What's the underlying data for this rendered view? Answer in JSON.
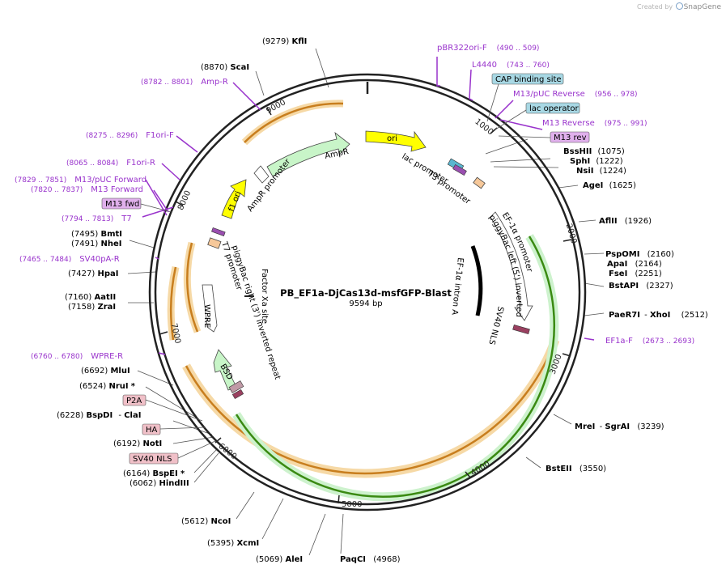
{
  "brand": {
    "prefix": "Created by",
    "name": "SnapGene",
    "icon": "snapgene-logo-icon"
  },
  "plasmid": {
    "name": "PB_EF1a-DjCas13d-msfGFP-Blast",
    "length_label": "9594 bp",
    "length": 9594
  },
  "colors": {
    "enzyme_line": "#555555",
    "primer": "#9933cc",
    "backbone": "#222222"
  },
  "ticks": [
    "1000",
    "2000",
    "3000",
    "4000",
    "5000",
    "6000",
    "7000",
    "8000",
    "9000"
  ],
  "enzymes": [
    {
      "name": "KflI",
      "pos": "(9279)"
    },
    {
      "name": "ScaI",
      "pos": "(8870)"
    },
    {
      "name": "BssHII",
      "pos": "(1075)"
    },
    {
      "name": "SphI",
      "pos": "(1222)"
    },
    {
      "name": "NsiI",
      "pos": "(1224)"
    },
    {
      "name": "AgeI",
      "pos": "(1625)"
    },
    {
      "name": "AflII",
      "pos": "(1926)"
    },
    {
      "name": "PspOMI",
      "pos": "(2160)"
    },
    {
      "name": "ApaI",
      "pos": "(2164)"
    },
    {
      "name": "FseI",
      "pos": "(2251)"
    },
    {
      "name": "BstAPI",
      "pos": "(2327)"
    },
    {
      "name": "PaeR7I",
      "extra": "XhoI",
      "pos": "(2512)"
    },
    {
      "name": "MreI",
      "extra": "SgrAI",
      "pos": "(3239)"
    },
    {
      "name": "BstEII",
      "pos": "(3550)"
    },
    {
      "name": "PaqCI",
      "pos": "(4968)"
    },
    {
      "name": "AleI",
      "pos": "(5069)"
    },
    {
      "name": "XcmI",
      "pos": "(5395)"
    },
    {
      "name": "NcoI",
      "pos": "(5612)"
    },
    {
      "name": "HindIII",
      "pos": "(6062)"
    },
    {
      "name": "BspEI",
      "pos": "(6164)",
      "star": "*"
    },
    {
      "name": "NotI",
      "pos": "(6192)"
    },
    {
      "name": "BspDI",
      "extra": "ClaI",
      "pos": "(6228)"
    },
    {
      "name": "NruI",
      "pos": "(6524)",
      "star": "*"
    },
    {
      "name": "MluI",
      "pos": "(6692)"
    },
    {
      "name": "ZraI",
      "pos": "(7158)"
    },
    {
      "name": "AatII",
      "pos": "(7160)"
    },
    {
      "name": "HpaI",
      "pos": "(7427)"
    },
    {
      "name": "NheI",
      "pos": "(7491)"
    },
    {
      "name": "BmtI",
      "pos": "(7495)"
    }
  ],
  "primers": [
    {
      "name": "pBR322ori-F",
      "range": "(490 .. 509)"
    },
    {
      "name": "L4440",
      "range": "(743 .. 760)"
    },
    {
      "name": "M13/pUC Reverse",
      "range": "(956 .. 978)"
    },
    {
      "name": "M13 Reverse",
      "range": "(975 .. 991)"
    },
    {
      "name": "EF1a-F",
      "range": "(2673 .. 2693)"
    },
    {
      "name": "WPRE-R",
      "range": "(6760 .. 6780)"
    },
    {
      "name": "SV40pA-R",
      "range": "(7465 .. 7484)"
    },
    {
      "name": "T7",
      "range": "(7794 .. 7813)"
    },
    {
      "name": "M13 Forward",
      "range": "(7820 .. 7837)"
    },
    {
      "name": "M13/pUC Forward",
      "range": "(7829 .. 7851)"
    },
    {
      "name": "F1ori-R",
      "range": "(8065 .. 8084)"
    },
    {
      "name": "F1ori-F",
      "range": "(8275 .. 8296)"
    },
    {
      "name": "Amp-R",
      "range": "(8782 .. 8801)"
    }
  ],
  "boxed_features": [
    {
      "name": "CAP binding site",
      "color": "#a8d8e4"
    },
    {
      "name": "lac operator",
      "color": "#a8d8e4"
    },
    {
      "name": "M13 rev",
      "color": "#e0b0ec"
    },
    {
      "name": "M13 fwd",
      "color": "#e0b0ec"
    },
    {
      "name": "P2A",
      "color": "#f0c0c8"
    },
    {
      "name": "HA",
      "color": "#f0c0c8"
    },
    {
      "name": "SV40 NLS",
      "color": "#f0c0c8"
    }
  ],
  "features": [
    {
      "name": "ori",
      "color": "#ffff00"
    },
    {
      "name": "AmpR",
      "color": "#c8f5c8"
    },
    {
      "name": "AmpR promoter",
      "color": "#ffffff"
    },
    {
      "name": "f1 ori",
      "color": "#ffff00"
    },
    {
      "name": "lac promoter",
      "color": "#ffffff"
    },
    {
      "name": "T3 promoter",
      "color": "#ffffff"
    },
    {
      "name": "piggyBac left (5') inverted repeat",
      "color": "#ffffff"
    },
    {
      "name": "EF-1α promoter",
      "color": "#ffffff"
    },
    {
      "name": "EF-1α intron A",
      "color": "#000000"
    },
    {
      "name": "SV40 NLS",
      "color": "#f0c0c8"
    },
    {
      "name": "Factor Xa site",
      "color": "#000000"
    },
    {
      "name": "WPRE",
      "color": "#ffffff"
    },
    {
      "name": "BSD",
      "color": "#c8f5c8"
    },
    {
      "name": "piggyBac right (3') inverted repeat",
      "color": "#ffffff"
    },
    {
      "name": "T7 promoter",
      "color": "#ffffff"
    }
  ],
  "inner_labels": {
    "lac": "lac promoter",
    "t3": "T3 promoter",
    "pbl": "piggyBac left (5') inverted repeat",
    "ef1": "EF-1α promoter",
    "intron": "EF-1α intron A",
    "sv40": "SV40 NLS",
    "fxa": "Factor Xa site",
    "pbr": "piggyBac right (3') inverted repeat",
    "t7": "T7 promoter",
    "ampprom": "AmpR promoter",
    "ampr": "AmpR",
    "ori": "ori",
    "f1": "f1 ori",
    "wpre": "WPRE",
    "bsd": "BSD"
  }
}
